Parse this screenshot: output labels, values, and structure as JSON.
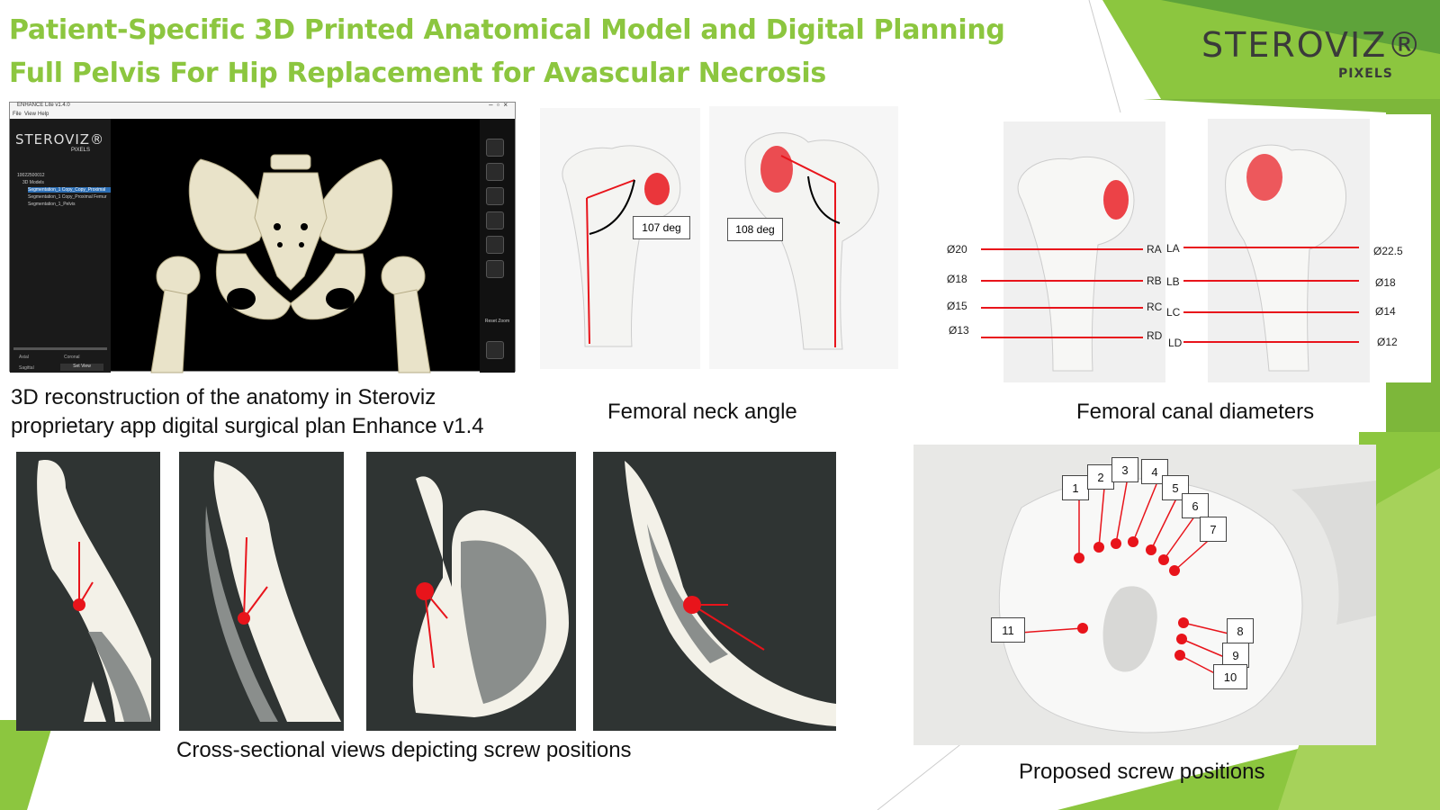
{
  "title": {
    "line1": "Patient-Specific 3D Printed Anatomical Model and Digital Planning",
    "line2": "Full Pelvis For Hip Replacement for Avascular Necrosis"
  },
  "logo": {
    "wordmark": "STEROVIZ®",
    "subtext": "PIXELS"
  },
  "app": {
    "window_title": "ENHANCE Lite v1.4.0",
    "menu": [
      "File",
      "View",
      "Help"
    ],
    "logo_wordmark": "STEROVIZ®",
    "logo_subtext": "PIXELS",
    "tree": [
      "10022500012",
      "3D Models",
      "Segmentation_1 Copy_Copy_Proximal",
      "Segmentation_1 Copy_Proximal Femur",
      "Segmentation_1_Pelvis"
    ],
    "toolbar": [
      "hand-icon",
      "pointer-icon",
      "ruler-icon",
      "curve-icon",
      "angle-icon",
      "layers-icon"
    ],
    "reset_zoom": "Reset Zoom",
    "bottom_left": [
      "Axial",
      "Coronal",
      "Sagittal",
      "Set View"
    ]
  },
  "captions": {
    "reconstruction_line1": "3D reconstruction of the anatomy in Steroviz",
    "reconstruction_line2": "proprietary app digital surgical plan Enhance v1.4",
    "neck_angle": "Femoral neck angle",
    "canal": "Femoral canal diameters",
    "cross_section": "Cross-sectional views depicting screw positions",
    "screw_positions": "Proposed screw positions"
  },
  "neck_angles": [
    "107 deg",
    "108 deg"
  ],
  "canal_right": {
    "diameters": [
      "Ø20",
      "Ø18",
      "Ø15",
      "Ø13"
    ],
    "labels": [
      "RA",
      "RB",
      "RC",
      "RD"
    ]
  },
  "canal_left": {
    "diameters": [
      "Ø22.5",
      "Ø18",
      "Ø14",
      "Ø12"
    ],
    "labels": [
      "LA",
      "LB",
      "LC",
      "LD"
    ]
  },
  "screw_numbers": [
    "1",
    "2",
    "3",
    "4",
    "5",
    "6",
    "7",
    "8",
    "9",
    "10",
    "11"
  ],
  "colors": {
    "title_green": "#8cc63f",
    "accent_red": "#e8141b",
    "bone": "#f1efe6",
    "dark_bg": "#2f3433"
  }
}
